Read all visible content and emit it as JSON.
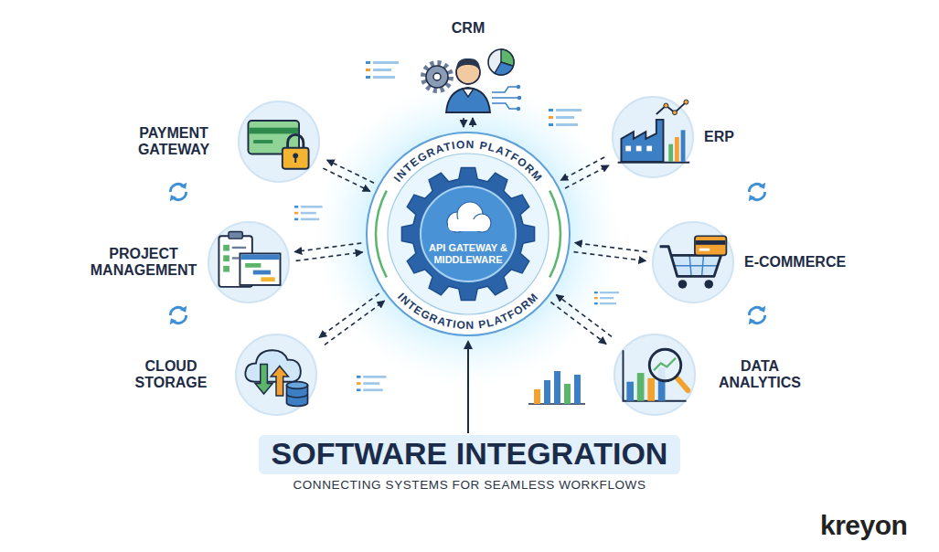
{
  "diagram": {
    "title": "SOFTWARE INTEGRATION",
    "caption": "CONNECTING SYSTEMS FOR SEAMLESS WORKFLOWS",
    "nodes": [
      {
        "text": [
          "INTEGRATION PLATFORM",
          "INTEGRATION PLATFORM"
        ]
      },
      {
        "text": [
          "API GATEWAY & MIDDLEWARE"
        ],
        "in": 0
      },
      {
        "text": [
          "CRM"
        ]
      },
      {
        "text": [
          "PAYMENT GATEWAY"
        ]
      },
      {
        "text": [
          "ERP"
        ]
      },
      {
        "text": [
          "PROJECT MANAGEMENT"
        ]
      },
      {
        "text": [
          "E-COMMERCE"
        ]
      },
      {
        "text": [
          "CLOUD STORAGE"
        ]
      },
      {
        "text": [
          "DATA ANALYTICS"
        ]
      }
    ],
    "edges": [
      {
        "from": 2,
        "to": 0,
        "arrow": "to"
      },
      {
        "from": 0,
        "to": 2,
        "arrow": "to"
      },
      {
        "from": 3,
        "to": 0,
        "arrow": "to"
      },
      {
        "from": 0,
        "to": 3,
        "arrow": "to"
      },
      {
        "from": 4,
        "to": 0,
        "arrow": "to"
      },
      {
        "from": 0,
        "to": 4,
        "arrow": "to"
      },
      {
        "from": 5,
        "to": 0,
        "arrow": "to"
      },
      {
        "from": 0,
        "to": 5,
        "arrow": "to"
      },
      {
        "from": 6,
        "to": 0,
        "arrow": "to"
      },
      {
        "from": 0,
        "to": 6,
        "arrow": "to"
      },
      {
        "from": 7,
        "to": 0,
        "arrow": "to"
      },
      {
        "from": 0,
        "to": 7,
        "arrow": "to"
      },
      {
        "from": 8,
        "to": 0,
        "arrow": "to"
      },
      {
        "from": 0,
        "to": 8,
        "arrow": "to"
      }
    ],
    "labels": [
      "kreyon"
    ]
  }
}
